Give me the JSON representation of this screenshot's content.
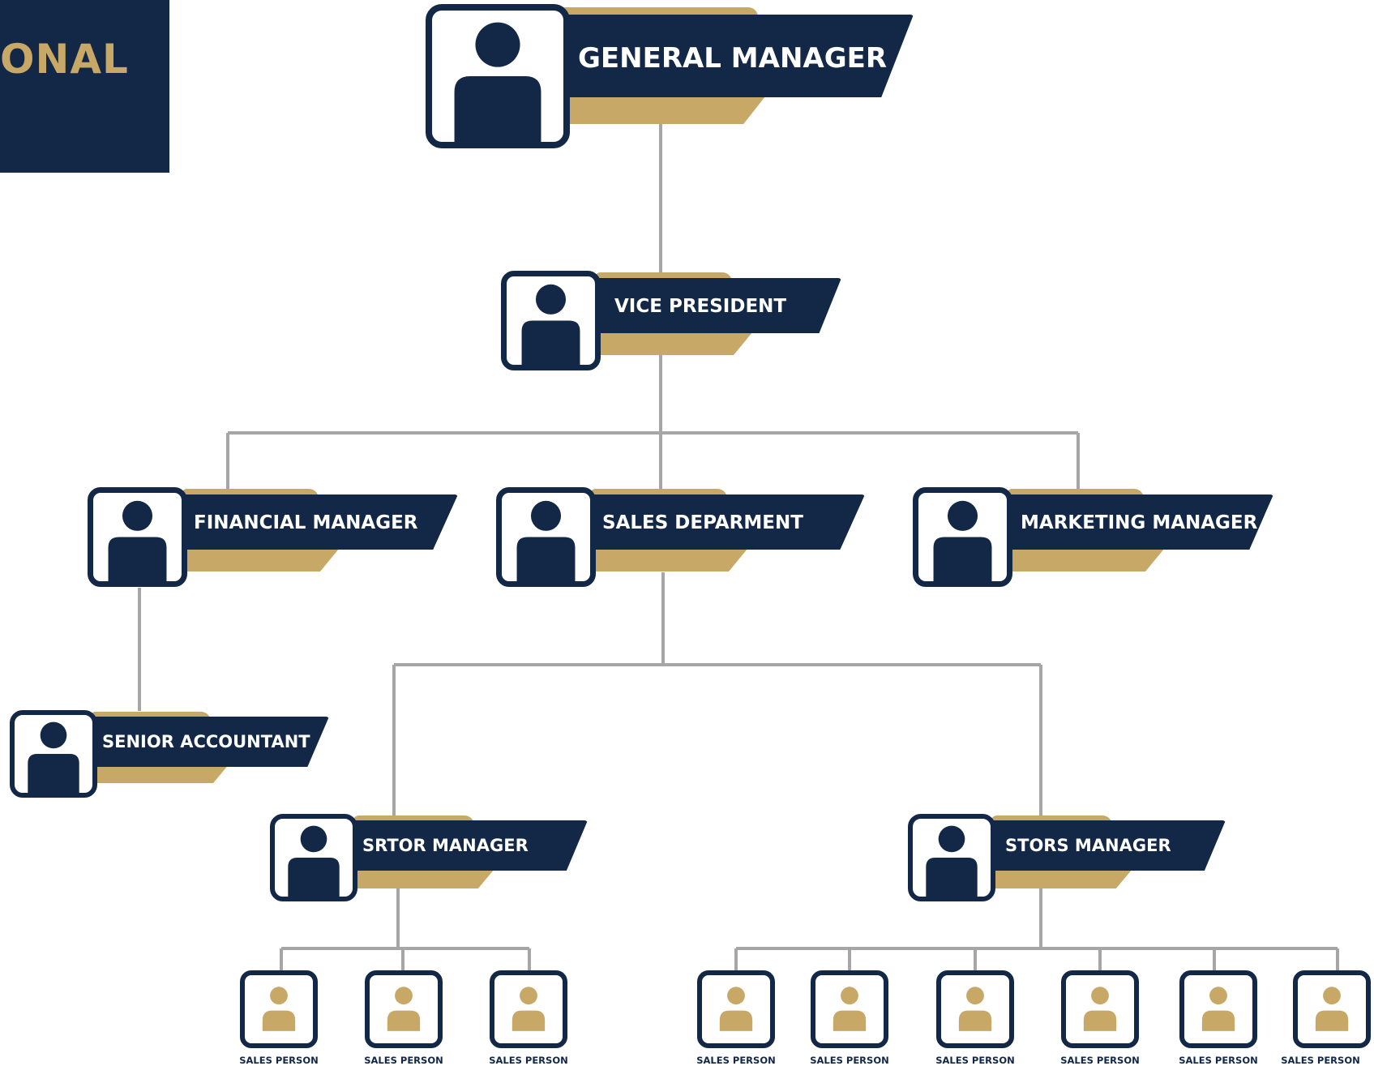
{
  "title": {
    "text": "ONAL"
  },
  "colors": {
    "navy": "#122846",
    "gold": "#c7a867",
    "connector": "#a6a6a6",
    "white": "#ffffff"
  },
  "nodes": {
    "general_manager": {
      "label": "GENERAL MANAGER",
      "icon": "person-icon"
    },
    "vice_president": {
      "label": "VICE PRESIDENT",
      "icon": "person-icon"
    },
    "financial_manager": {
      "label": "FINANCIAL MANAGER",
      "icon": "person-icon"
    },
    "sales_department": {
      "label": "SALES DEPARMENT",
      "icon": "person-icon"
    },
    "marketing_manager": {
      "label": "MARKETING MANAGER",
      "icon": "person-icon"
    },
    "senior_accountant": {
      "label": "SENIOR ACCOUNTANT",
      "icon": "person-icon"
    },
    "srtor_manager": {
      "label": "SRTOR MANAGER",
      "icon": "person-icon"
    },
    "stors_manager": {
      "label": "STORS MANAGER",
      "icon": "person-icon"
    }
  },
  "sales_persons": [
    {
      "label": "SALES PERSON",
      "reports_to": "srtor_manager"
    },
    {
      "label": "SALES PERSON",
      "reports_to": "srtor_manager"
    },
    {
      "label": "SALES PERSON",
      "reports_to": "srtor_manager"
    },
    {
      "label": "SALES PERSON",
      "reports_to": "stors_manager"
    },
    {
      "label": "SALES PERSON",
      "reports_to": "stors_manager"
    },
    {
      "label": "SALES PERSON",
      "reports_to": "stors_manager"
    },
    {
      "label": "SALES PERSON",
      "reports_to": "stors_manager"
    },
    {
      "label": "SALES PERSON",
      "reports_to": "stors_manager"
    },
    {
      "label": "SALES PERSON",
      "reports_to": "stors_manager"
    }
  ]
}
